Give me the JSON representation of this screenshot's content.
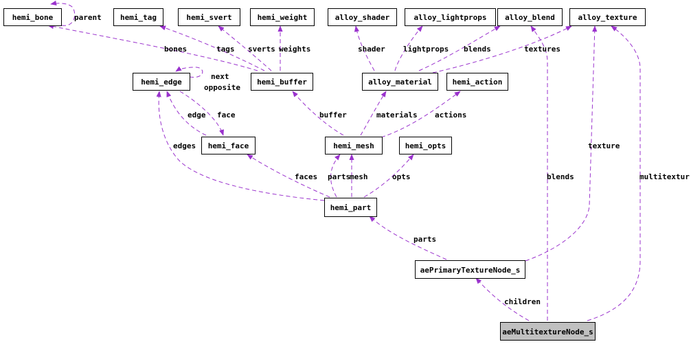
{
  "colors": {
    "edge": "#9a32cd",
    "node_fill": "#ffffff",
    "highlight_fill": "#c0c0c0",
    "border": "#000000"
  },
  "nodes": {
    "hemi_bone": "hemi_bone",
    "hemi_tag": "hemi_tag",
    "hemi_svert": "hemi_svert",
    "hemi_weight": "hemi_weight",
    "alloy_shader": "alloy_shader",
    "alloy_lightprops": "alloy_lightprops",
    "alloy_blend": "alloy_blend",
    "alloy_texture": "alloy_texture",
    "hemi_edge": "hemi_edge",
    "hemi_buffer": "hemi_buffer",
    "alloy_material": "alloy_material",
    "hemi_action": "hemi_action",
    "hemi_face": "hemi_face",
    "hemi_mesh": "hemi_mesh",
    "hemi_opts": "hemi_opts",
    "hemi_part": "hemi_part",
    "aePrimaryTextureNode_s": "aePrimaryTextureNode_s",
    "aeMultitextureNode_s": "aeMultitextureNode_s"
  },
  "edges": {
    "parent": "parent",
    "bones": "bones",
    "tags": "tags",
    "sverts": "sverts",
    "weights": "weights",
    "shader": "shader",
    "lightprops": "lightprops",
    "blends": "blends",
    "textures": "textures",
    "next": "next",
    "opposite": "opposite",
    "edge": "edge",
    "face": "face",
    "buffer": "buffer",
    "materials": "materials",
    "actions": "actions",
    "edges": "edges",
    "texture": "texture",
    "faces": "faces",
    "parts": "parts",
    "mesh": "mesh",
    "opts": "opts",
    "multitexture": "multitextur",
    "mt_blends": "blends",
    "parts_to_part": "parts",
    "children": "children"
  }
}
